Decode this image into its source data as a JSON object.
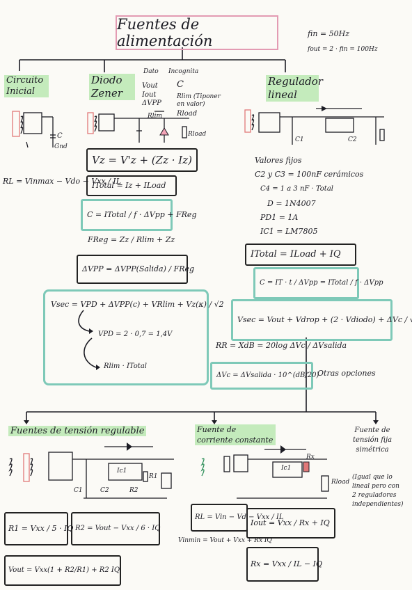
{
  "title": "Fuentes de alimentación",
  "freq": {
    "line1": "fin = 50Hz",
    "line2": "fout = 2 · fin = 100Hz"
  },
  "top_columns": {
    "circuit": "Circuito Inicial",
    "zener": "Diodo Zener",
    "datos": "Dato",
    "incognita": "Incognita",
    "regulador": "Regulador lineal"
  },
  "zener_vars": {
    "vout": "Vout",
    "iout": "Iout",
    "dvpp": "ΔVPP",
    "c": "C",
    "rlim": "Rlim (Tiponer en valor)",
    "rload": "Rload"
  },
  "circuit_labels": {
    "c": "C",
    "gnd": "Gnd",
    "rlim": "Rlim",
    "rload": "Rload",
    "c1": "C1",
    "c2": "C2"
  },
  "eq_rl": "RL = Vinmax − Vdo − Vxx / IL",
  "eq_vz": "Vz = V'z + (Zz · Iz)",
  "eq_itotal": "ITotal = Iz + ILoad",
  "eq_c": "C = ITotal / f · ΔVpp + FReg",
  "eq_freg": "FReg = Zz / Rlim + Zz",
  "eq_dvpp": "ΔVPP = ΔVPP(Salida) / FReg",
  "eq_vsec": "Vsec = VPD + ΔVPP(c) + VRlim + Vz(κ) / √2",
  "eq_vpd": "VPD = 2 · 0,7 = 1,4V",
  "eq_rlim": "Rlim · ITotal",
  "reg_values": {
    "title": "Valores fijos",
    "c2c3": "C2 y C3 = 100nF cerámicos",
    "c4": "C4 = 1 a 3 nF · Total",
    "d": "D = 1N4007",
    "pd": "PD1 = 1A",
    "ic": "IC1 = LM7805"
  },
  "eq_itotal_reg": "ITotal = ILoad + IQ",
  "eq_c_reg": "C = IT · t / ΔVpp = ITotal / f · ΔVpp",
  "eq_vsec_reg": "Vsec = Vout + Vdrop + (2 · Vdiodo) + ΔVc / √2",
  "eq_rr": "RR = XdB = 20log ΔVc / ΔVsalida",
  "eq_dvc": "ΔVc = ΔVsalida · 10^(dB/20)",
  "other": "Otras opciones",
  "bottom": {
    "a": "Fuentes de tensión regulable",
    "b": "Fuente de corriente constante",
    "c": "Fuente de tensión fija simétrica"
  },
  "ic_label": "Ic1",
  "pin": {
    "r1": "R1",
    "r2": "R2",
    "rx": "Rx",
    "rload": "Rload",
    "c1": "C1",
    "c2": "C2"
  },
  "eq_r1": "R1 = Vxx / 5 · IQ",
  "eq_r2": "R2 = Vout − Vxx / 6 · IQ",
  "eq_vout": "Vout = Vxx(1 + R2/R1) + R2 IQ",
  "eq_rl2": "RL = Vin − Vd − Vxx / IL",
  "eq_vinmin": "Vinmin = Vout + Vxx + Rx IQ",
  "eq_iout": "Iout = Vxx / Rx + IQ",
  "eq_rx": "Rx = Vxx / IL − IQ",
  "note_sym": "(Igual que lo lineal pero con 2 reguladores independientes)"
}
